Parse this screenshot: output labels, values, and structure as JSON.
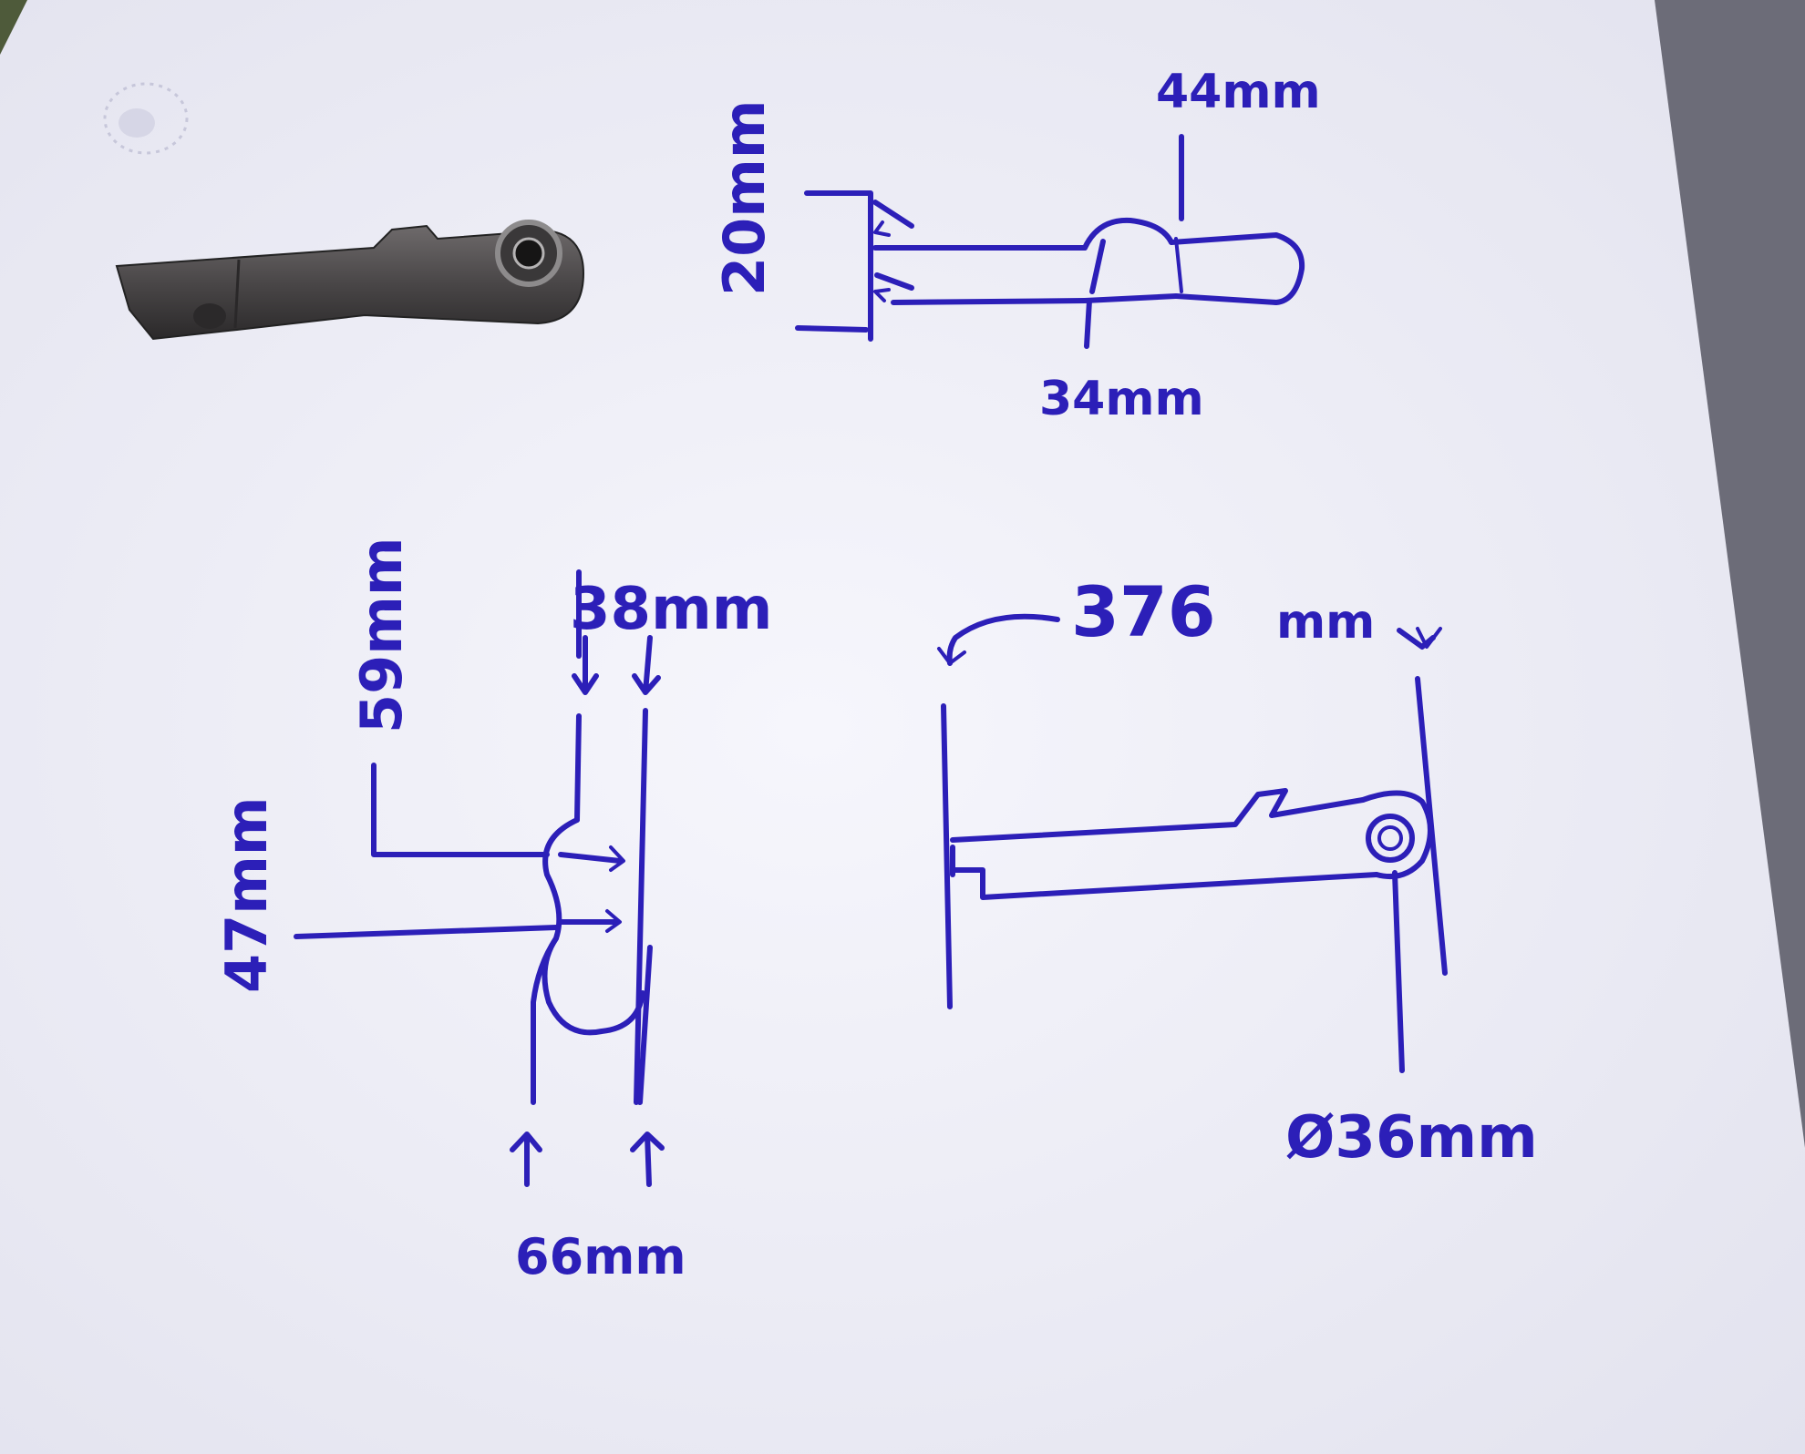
{
  "colors": {
    "ink": "#2c1fb8",
    "paper": "#f4f4fa",
    "table_left": "#4e5a3a",
    "table_right": "#6c6c78",
    "part_metal": "#4a4748"
  },
  "photo": {
    "object": "metal-lever-part-with-bearing"
  },
  "top_view": {
    "dim_height": "20mm",
    "dim_top_right": "44mm",
    "dim_bottom": "34mm"
  },
  "end_view": {
    "dim_width_top": "38mm",
    "dim_height_upper": "59mm",
    "dim_height_lower": "47mm",
    "dim_width_bottom": "66mm"
  },
  "side_view": {
    "dim_length_value": "376",
    "dim_length_unit": "mm",
    "dim_bore": "Ø36mm"
  }
}
